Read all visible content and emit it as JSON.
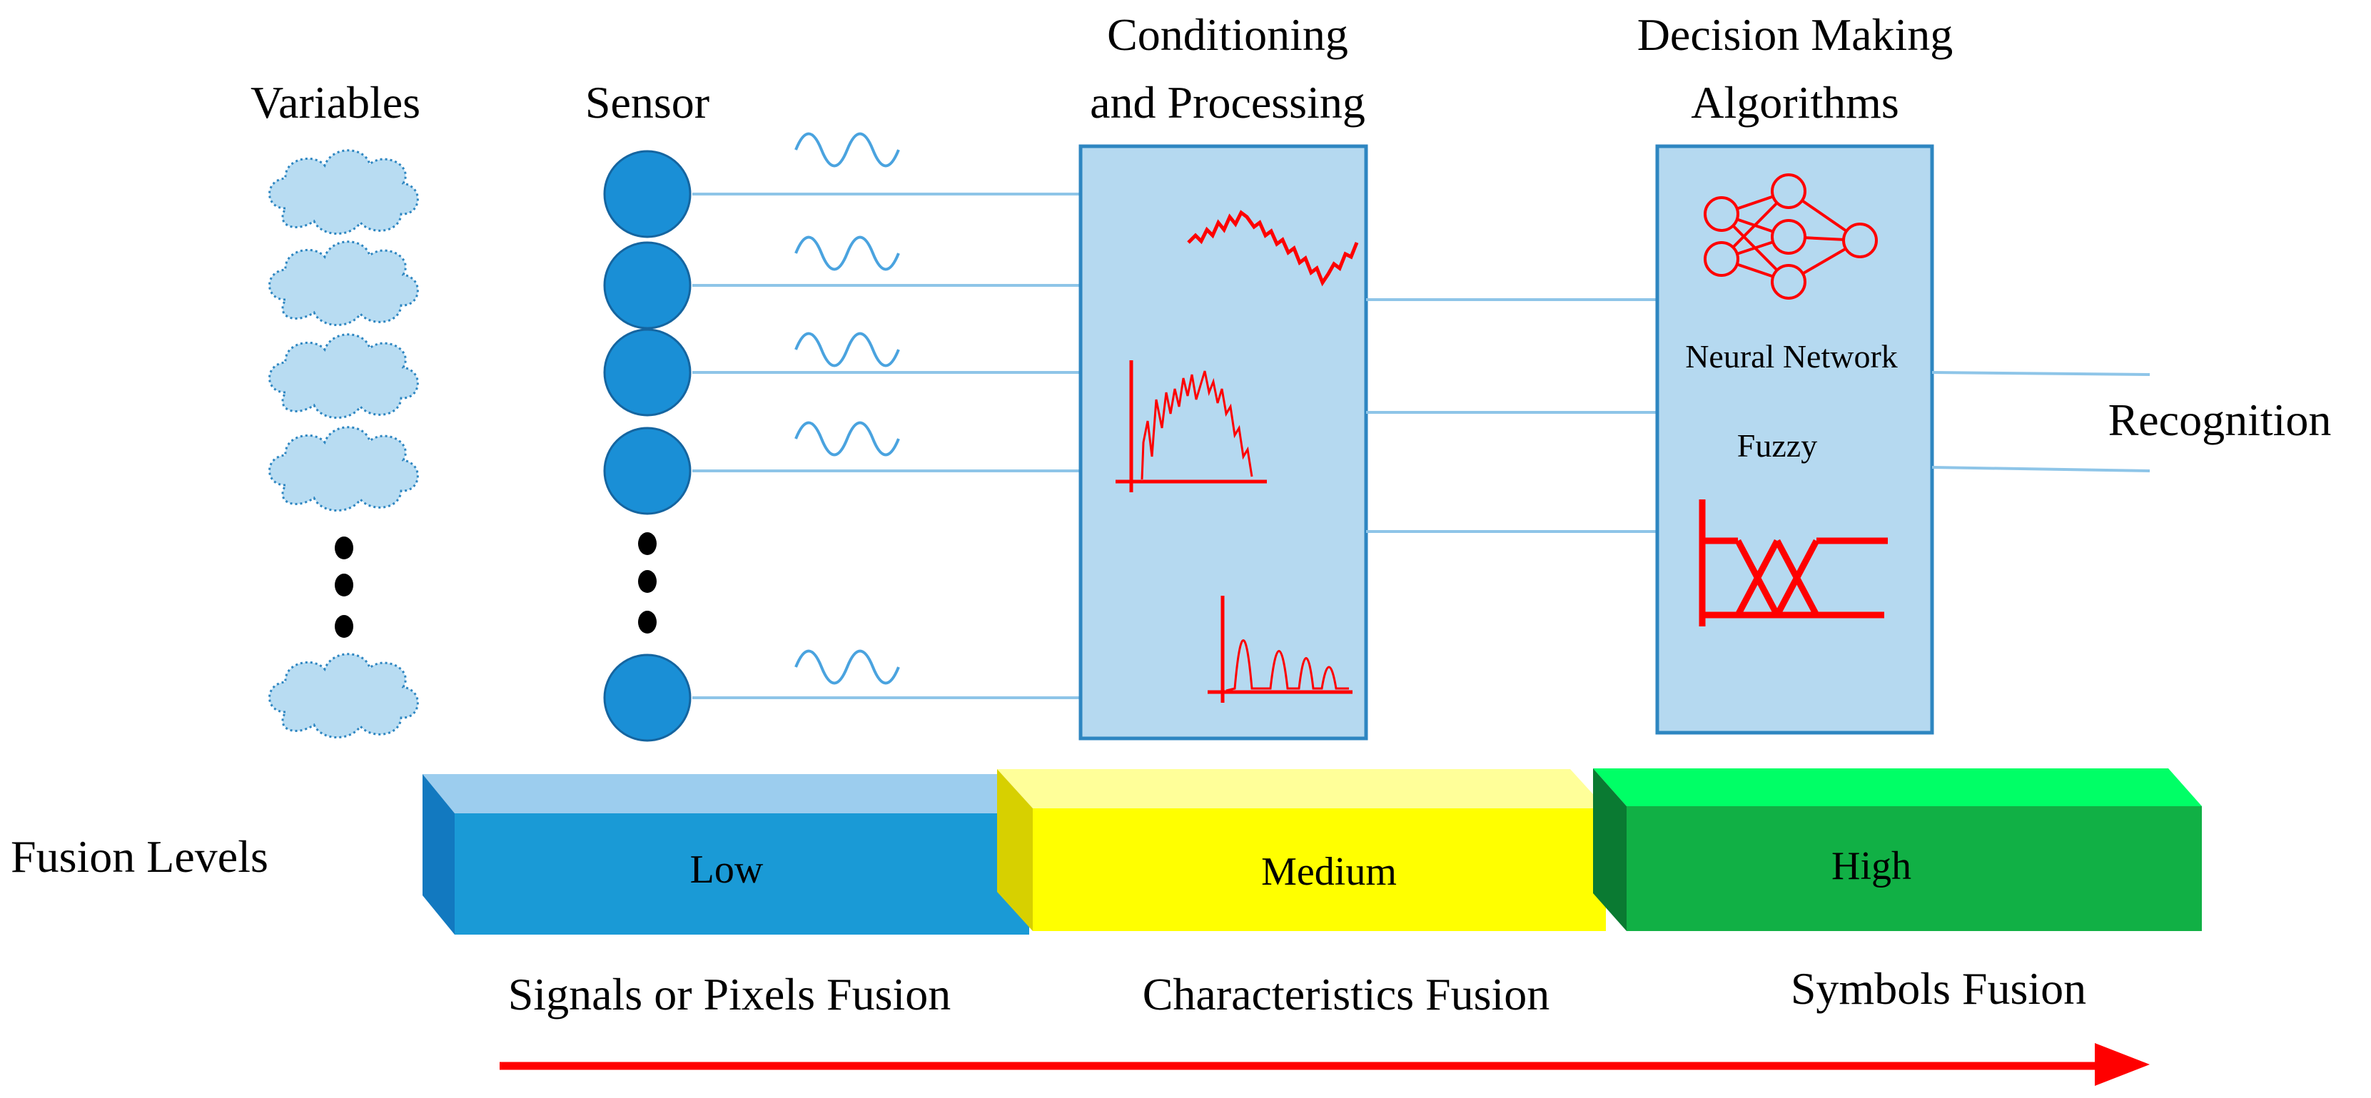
{
  "headers": {
    "variables": "Variables",
    "sensor": "Sensor",
    "conditioning_line1": "Conditioning",
    "conditioning_line2": "and Processing",
    "decision_line1": "Decision Making",
    "decision_line2": "Algorithms"
  },
  "decision_box": {
    "neural_network": "Neural Network",
    "fuzzy": "Fuzzy"
  },
  "output_label": "Recognition",
  "fusion_levels_label": "Fusion Levels",
  "levels": [
    {
      "label": "Low",
      "color": "#1a9ad6"
    },
    {
      "label": "Medium",
      "color": "#ffff00"
    },
    {
      "label": "High",
      "color": "#11b045"
    }
  ],
  "fusion_types": {
    "signals": "Signals or Pixels Fusion",
    "characteristics": "Characteristics Fusion",
    "symbols": "Symbols Fusion"
  },
  "colors": {
    "sensor_fill": "#1a8fd6",
    "cloud_fill": "#b8dcf2",
    "box_fill": "#b5d9f0",
    "box_border": "#2e86c1",
    "line": "#8ec5e8",
    "accent_red": "#ff0000"
  }
}
